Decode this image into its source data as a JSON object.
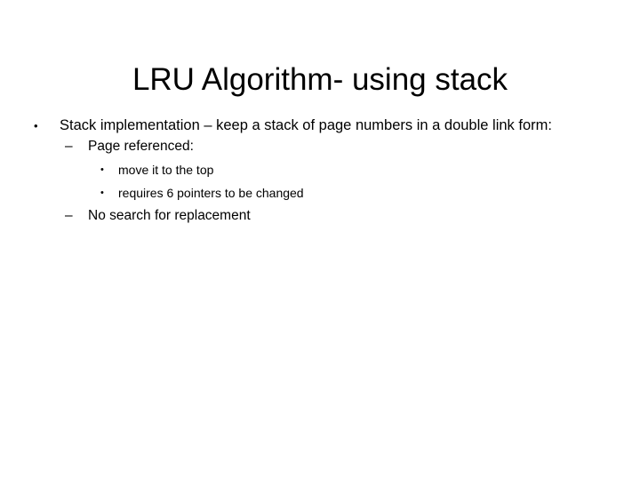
{
  "slide": {
    "title": "LRU Algorithm- using stack",
    "background_color": "#ffffff",
    "text_color": "#000000",
    "outline": [
      {
        "level": 1,
        "marker": "•",
        "text": "Stack implementation – keep a stack of page numbers in a double link form:"
      },
      {
        "level": 2,
        "marker": "–",
        "text": "Page referenced:"
      },
      {
        "level": 3,
        "marker": "•",
        "text": "move it to the top"
      },
      {
        "level": 3,
        "marker": "•",
        "text": "requires 6 pointers to be changed"
      },
      {
        "level": 2,
        "marker": "–",
        "text": "No search for replacement"
      }
    ]
  }
}
